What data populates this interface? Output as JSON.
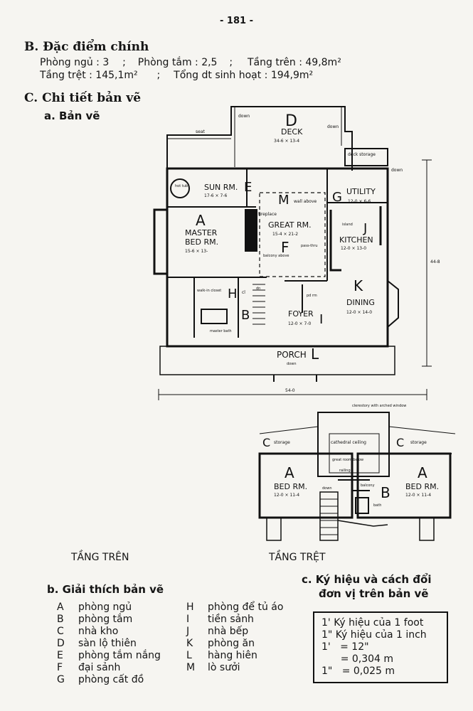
{
  "page_number": "- 181 -",
  "section_b": {
    "heading": "B. Đặc điểm chính",
    "line1_a": "Phòng ngủ : 3",
    "line1_sep1": ";",
    "line1_b": "Phòng tắm : 2,5",
    "line1_sep2": ";",
    "line1_c": "Tầng trên : 49,8m²",
    "line2_a": "Tầng trệt : 145,1m²",
    "line2_sep": ";",
    "line2_b": "Tổng dt sinh hoạt : 194,9m²"
  },
  "section_c": {
    "heading": "C. Chi tiết bản vẽ",
    "sub_a": "a. Bản vẽ"
  },
  "plan_main": {
    "deck_letter": "D",
    "deck_label": "DECK",
    "deck_dim": "34-6 × 13-4",
    "seat_label": "seat",
    "down_label": "down",
    "deck_storage": "deck storage",
    "hot_tub": "hot tub",
    "sun_rm": "SUN RM.",
    "sun_dim": "17-6 × 7-6",
    "letter_e": "E",
    "letter_m": "M",
    "wall_above": "wall above",
    "fireplace": "fireplace",
    "great_rm": "GREAT RM.",
    "great_dim": "15-4 × 21-2",
    "letter_f": "F",
    "balcony_above": "balcony above",
    "pass_thru": "pass-thru",
    "letter_g": "G",
    "utility": "UTILITY",
    "utility_dim": "12-0 × 6-6",
    "island": "island",
    "letter_j": "J",
    "kitchen": "KITCHEN",
    "kitchen_dim": "12-0 × 13-0",
    "letter_a": "A",
    "master_bed_1": "MASTER",
    "master_bed_2": "BED RM.",
    "master_dim": "15-6 × 13-",
    "walk_in_closet": "walk-in closet",
    "letter_h": "H",
    "cl": "cl",
    "dn": "dn",
    "letter_b": "B",
    "master_bath": "master bath",
    "pd_rm": "pd rm",
    "foyer": "FOYER",
    "letter_i": "I",
    "foyer_dim": "12-0 × 7-0",
    "letter_k": "K",
    "dining": "DINING",
    "dining_dim": "12-0 × 14-0",
    "porch": "PORCH",
    "letter_l": "L",
    "width_dim": "54-0",
    "depth_dim": "44-8"
  },
  "plan_upper": {
    "clerestory": "clerestory with arched window",
    "letter_c": "C",
    "storage": "storage",
    "cathedral_ceiling": "cathedral ceiling",
    "great_room_below": "great room below",
    "railing": "railing",
    "letter_a": "A",
    "bed_rm": "BED RM.",
    "bed_dim": "12-0 × 11-4",
    "down": "down",
    "balcony": "balcony",
    "letter_b": "B",
    "bath": "bath"
  },
  "labels": {
    "upper_floor": "TẦNG TRÊN",
    "ground_floor": "TẦNG TRỆT"
  },
  "legend": {
    "heading": "b. Giải thích bản vẽ",
    "col1": [
      {
        "k": "A",
        "v": "phòng ngủ"
      },
      {
        "k": "B",
        "v": "phòng tắm"
      },
      {
        "k": "C",
        "v": "nhà kho"
      },
      {
        "k": "D",
        "v": "sàn lộ thiên"
      },
      {
        "k": "E",
        "v": "phòng tắm nắng"
      },
      {
        "k": "F",
        "v": "đại sảnh"
      },
      {
        "k": "G",
        "v": "phòng cất đồ"
      }
    ],
    "col2": [
      {
        "k": "H",
        "v": "phòng để tủ áo"
      },
      {
        "k": "I",
        "v": "tiền sảnh"
      },
      {
        "k": "J",
        "v": "nhà bếp"
      },
      {
        "k": "K",
        "v": "phòng ăn"
      },
      {
        "k": "L",
        "v": "hàng hiên"
      },
      {
        "k": "M",
        "v": "lò sưởi"
      }
    ]
  },
  "symbols": {
    "heading_1": "c. Ký hiệu và cách đổi",
    "heading_2": "đơn vị trên bản vẽ",
    "lines": [
      "1' Ký hiệu của 1 foot",
      "1\" Ký hiệu của 1 inch",
      "1'   = 12\"",
      "      = 0,304 m",
      "1\"   = 0,025 m"
    ]
  }
}
